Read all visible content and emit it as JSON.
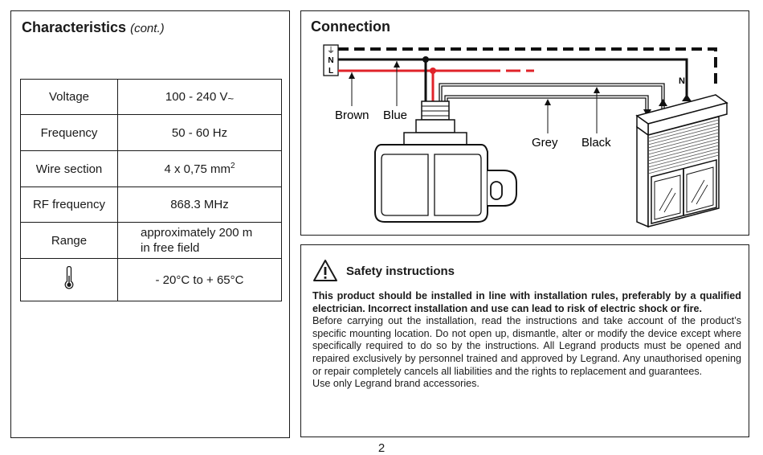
{
  "characteristics": {
    "title": "Characteristics",
    "title_suffix": "(cont.)",
    "rows": [
      {
        "label": "Voltage",
        "value": "100 - 240 V",
        "unit_symbol": "~"
      },
      {
        "label": "Frequency",
        "value": "50 - 60 Hz"
      },
      {
        "label": "Wire section",
        "value": "4 x 0,75 mm",
        "sup": "2"
      },
      {
        "label": "RF frequency",
        "value": "868.3 MHz"
      },
      {
        "label": "Range",
        "value_line1": "approximately 200 m",
        "value_line2": "in free field"
      },
      {
        "label_icon": "thermometer-icon",
        "value": "- 20°C to + 65°C"
      }
    ]
  },
  "connection": {
    "title": "Connection",
    "terminal_labels": [
      "⏚",
      "N",
      "L"
    ],
    "wire_labels": {
      "brown": "Brown",
      "blue": "Blue",
      "grey": "Grey",
      "black": "Black",
      "neutral": "N"
    },
    "colors": {
      "live": "#e0232a",
      "neutral": "#111111",
      "earth": "#111111",
      "grey_wire": "#111111"
    }
  },
  "safety": {
    "icon": "warning-triangle-icon",
    "title": "Safety instructions",
    "bold_paragraph": "This product should be installed in line with installation rules, preferably by a qualified electrician. Incorrect installation and use can lead to risk of electric shock or fire.",
    "paragraph": "Before carrying out the installation, read the instructions and take account of the product’s specific mounting location. Do not open up, dismantle, alter or modify the device except where specifically required to do so by the instructions. All Legrand products must be opened and repaired exclusively by personnel trained and approved by Legrand. Any unauthorised opening or repair completely cancels all liabilities and the rights to replacement and guarantees.",
    "last_line": "Use only Legrand brand accessories."
  },
  "page_number": "2"
}
